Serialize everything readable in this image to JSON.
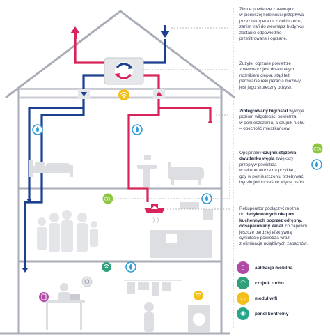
{
  "notes": {
    "note1": {
      "lines": [
        "Zimne powietrze z zewnątrz",
        "w pierwszej kolejności przepływa",
        "przez rekuperator, dzięki czemu,",
        "zanim trafi do wewnątrz budynku,",
        "zostanie odpowiednio",
        "przefiltrowane i ogrzane."
      ]
    },
    "note2": {
      "lines": [
        "Zużyte, ogrzane powietrze",
        "z wewnątrz jest doskonałym",
        "nośnikiem ciepła, stąd też",
        "parowanie rekuperacja możliwy",
        "jest jego skuteczny odzysk."
      ]
    },
    "note3": {
      "bold": "Zintegrowany higrostat",
      "rest_first": " wykryje",
      "lines": [
        "poziom wilgotności powietrza",
        "w pomieszczeniu, a czujnik ruchu",
        "– obecność mieszkańców."
      ]
    },
    "note4": {
      "pre": "Opcjonalny ",
      "bold": "czujnik stężenia dwutlenku węgla",
      "lines_after": [
        "zwiększy",
        "przepływ powietrza",
        "w rekuperatorze na przykład,",
        "gdy w pomieszczeniu przebywać",
        "będzie jednocześnie więcej osób."
      ]
    },
    "note5": {
      "line1": "Rekuperator podłączyć można",
      "line2_pre": "do ",
      "line2_bold": "dedykowanych okapów",
      "line3_bold": "kuchennych poprzez odrębny,",
      "line4_bold": "odseparowany kanał",
      "line4_rest": ", co zapewni",
      "lines_after": [
        "jeszcze bardziej efektywną",
        "cyrkulację powietrza wraz",
        "z eliminacją uciążliwych zapachów."
      ]
    }
  },
  "legend": [
    {
      "label": "aplikacja mobilna",
      "icon": "phone-icon",
      "color": "#b04ca6"
    },
    {
      "label": "czujnik ruchu",
      "icon": "motion-sensor-icon",
      "color": "#2fa07a"
    },
    {
      "label": "moduł wifi",
      "icon": "wifi-icon",
      "color": "#f3c019"
    },
    {
      "label": "panel kontrolny",
      "icon": "control-panel-icon",
      "color": "#27a689"
    }
  ],
  "badges": {
    "co2_left": "CO₂",
    "co2_right": "CO₂"
  },
  "colors": {
    "cold_air": "#1c3f8f",
    "warm_air": "#d8245a",
    "house_outline": "#a8adb7",
    "furniture": "#dcdee2",
    "people": "#e4e5e8",
    "humidity": "#2e9bd6",
    "co2": "#8cc63f"
  }
}
